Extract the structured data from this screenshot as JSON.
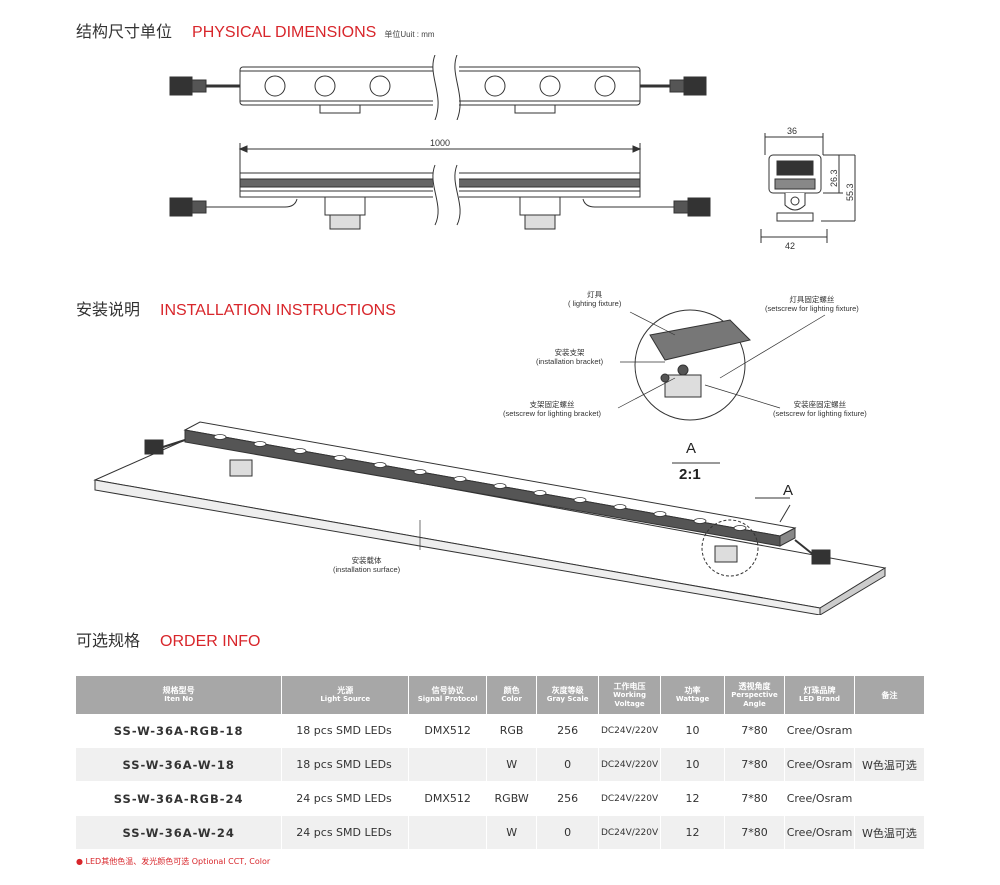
{
  "sections": {
    "dimensions": {
      "cn": "结构尺寸单位",
      "en": "PHYSICAL DIMENSIONS",
      "unit": "单位Uuit : mm"
    },
    "installation": {
      "cn": "安装说明",
      "en": "INSTALLATION INSTRUCTIONS"
    },
    "order": {
      "cn": "可选规格",
      "en": "ORDER INFO"
    }
  },
  "dimensions": {
    "length": "1000",
    "width_top": "36",
    "height_body": "26.3",
    "height_total": "55.3",
    "width_bottom": "42"
  },
  "installation_labels": {
    "fixture_cn": "灯具",
    "fixture_en": "( lighting fixture)",
    "fixture_screw_cn": "灯具固定螺丝",
    "fixture_screw_en": "(setscrew for lighting fixture)",
    "bracket_cn": "安装支架",
    "bracket_en": "(installation bracket)",
    "bracket_screw_cn": "支架固定螺丝",
    "bracket_screw_en": "(setscrew for lighting bracket)",
    "base_screw_cn": "安装座固定螺丝",
    "base_screw_en": "(setscrew for lighting fixture)",
    "surface_cn": "安装载体",
    "surface_en": "(installation surface)",
    "detail_mark": "A",
    "detail_scale": "2:1",
    "detail_callout": "A"
  },
  "table": {
    "headers": [
      {
        "cn": "规格型号",
        "en": "Iten No"
      },
      {
        "cn": "光源",
        "en": "Light Source"
      },
      {
        "cn": "信号协议",
        "en": "Signal Protocol"
      },
      {
        "cn": "颜色",
        "en": "Color"
      },
      {
        "cn": "灰度等级",
        "en": "Gray Scale"
      },
      {
        "cn": "工作电压",
        "en": "Working Voltage"
      },
      {
        "cn": "功率",
        "en": "Wattage"
      },
      {
        "cn": "透视角度",
        "en": "Perspective Angle"
      },
      {
        "cn": "灯珠品牌",
        "en": "LED Brand"
      },
      {
        "cn": "备注",
        "en": ""
      }
    ],
    "rows": [
      {
        "model": "SS-W-36A-RGB-18",
        "source": "18 pcs SMD LEDs",
        "protocol": "DMX512",
        "color": "RGB",
        "gray": "256",
        "voltage": "DC24V/220V",
        "wattage": "10",
        "angle": "7*80",
        "brand": "Cree/Osram",
        "note": ""
      },
      {
        "model": "SS-W-36A-W-18",
        "source": "18 pcs SMD LEDs",
        "protocol": "",
        "color": "W",
        "gray": "0",
        "voltage": "DC24V/220V",
        "wattage": "10",
        "angle": "7*80",
        "brand": "Cree/Osram",
        "note": "W色温可选"
      },
      {
        "model": "SS-W-36A-RGB-24",
        "source": "24 pcs SMD LEDs",
        "protocol": "DMX512",
        "color": "RGBW",
        "gray": "256",
        "voltage": "DC24V/220V",
        "wattage": "12",
        "angle": "7*80",
        "brand": "Cree/Osram",
        "note": ""
      },
      {
        "model": "SS-W-36A-W-24",
        "source": "24 pcs SMD LEDs",
        "protocol": "",
        "color": "W",
        "gray": "0",
        "voltage": "DC24V/220V",
        "wattage": "12",
        "angle": "7*80",
        "brand": "Cree/Osram",
        "note": "W色温可选"
      }
    ]
  },
  "footnote": "● LED其他色温、发光颜色可选  Optional CCT, Color",
  "colors": {
    "accent": "#d8262b",
    "header_bg": "#a7a7a7",
    "model_bg": "#d9d9d9"
  }
}
